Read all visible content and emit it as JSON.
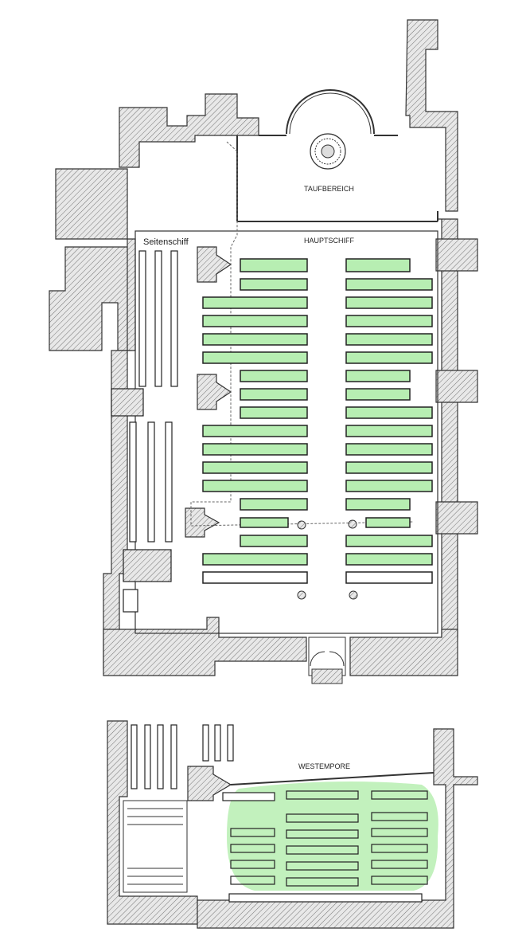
{
  "labels": {
    "taufbereich": "TAUFBEREICH",
    "hauptschiff": "HAUPTSCHIFF",
    "seitenschiff": "Seitenschiff",
    "westempore": "WESTEMPORE"
  },
  "colors": {
    "wall_fill": "#e6e6e6",
    "wall_stroke": "#3a3a3a",
    "seat_highlight": "#b7eeb2",
    "pew_outline": "#222222"
  }
}
